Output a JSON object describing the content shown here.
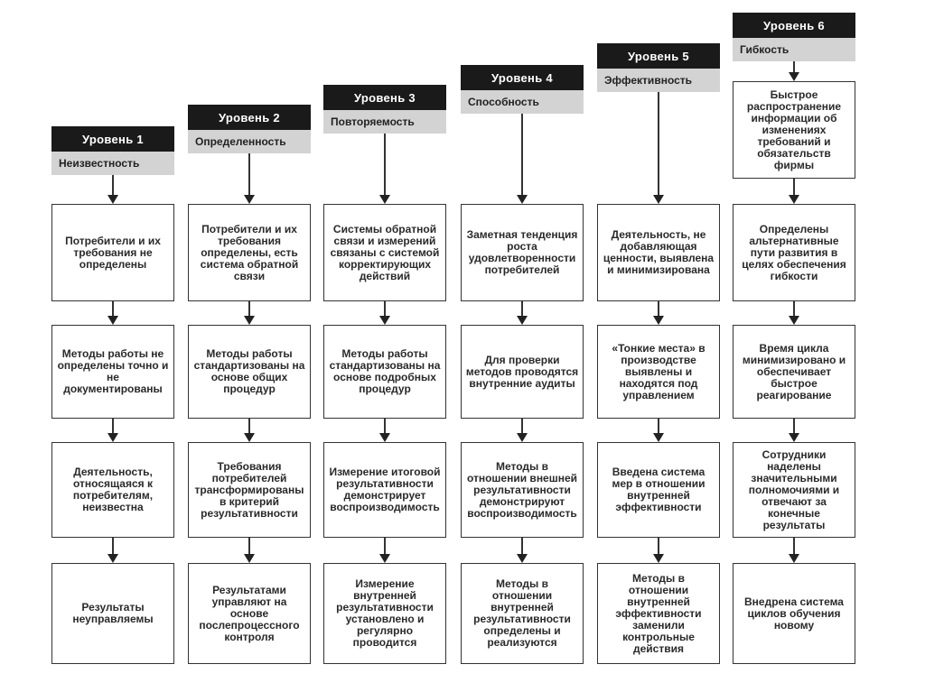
{
  "levels": [
    {
      "header": "Уровень 1",
      "subtitle": "Неизвестность",
      "top_box": "",
      "boxes": [
        "Потребители и их требования не определены",
        "Методы работы не определены точно и не документированы",
        "Деятельность, относящаяся к потребителям, неизвестна",
        "Результаты неуправляемы"
      ]
    },
    {
      "header": "Уровень 2",
      "subtitle": "Определенность",
      "top_box": "",
      "boxes": [
        "Потребители и их требования определены, есть система обратной связи",
        "Методы работы стандартизованы на основе общих процедур",
        "Требования потребителей трансформированы в критерий результативности",
        "Результатами управляют на основе послепроцессного контроля"
      ]
    },
    {
      "header": "Уровень 3",
      "subtitle": "Повторяемость",
      "top_box": "",
      "boxes": [
        "Системы обратной связи и измерений связаны с системой корректирующих действий",
        "Методы работы стандартизованы на основе подробных процедур",
        "Измерение итоговой результативности демонстрирует воспроизводимость",
        "Измерение внутренней результативности установлено и регулярно проводится"
      ]
    },
    {
      "header": "Уровень 4",
      "subtitle": "Способность",
      "top_box": "",
      "boxes": [
        "Заметная тенденция роста удовлетворенности потребителей",
        "Для проверки методов проводятся внутренние аудиты",
        "Методы в отношении внешней результативности демонстрируют воспроизводимость",
        "Методы в отношении внутренней результативности определены и реализуются"
      ]
    },
    {
      "header": "Уровень 5",
      "subtitle": "Эффективность",
      "top_box": "",
      "boxes": [
        "Деятельность, не добавляющая ценности, выявлена и минимизирована",
        "«Тонкие места» в производстве выявлены и находятся под управлением",
        "Введена система мер в отношении внутренней эффективности",
        "Методы в отношении внутренней эффективности заменили контрольные действия"
      ]
    },
    {
      "header": "Уровень 6",
      "subtitle": "Гибкость",
      "top_box": "Быстрое распространение информации об изменениях требований и обязательств фирмы",
      "boxes": [
        "Определены альтернативные пути развития в целях обеспечения гибкости",
        "Время цикла минимизировано и обеспечивает быстрое реагирование",
        "Сотрудники наделены значительными полномочиями и отвечают за конечные результаты",
        "Внедрена система циклов обучения новому"
      ]
    }
  ]
}
